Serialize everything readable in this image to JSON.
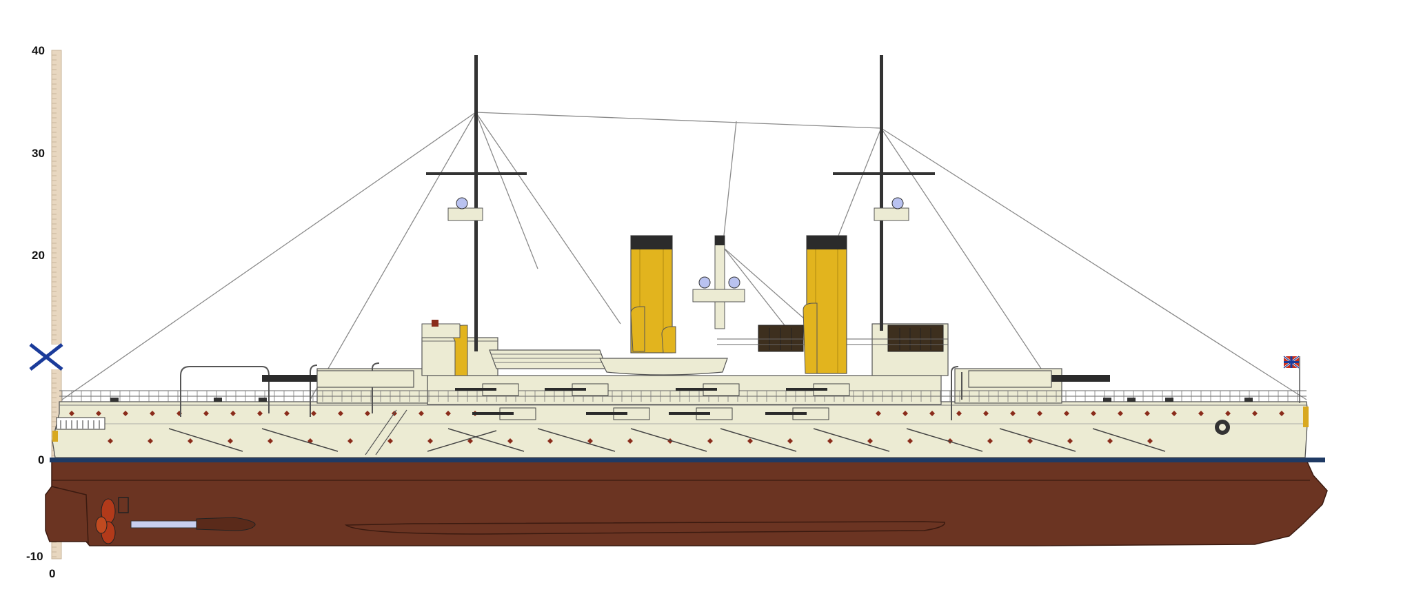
{
  "scale": {
    "unit_label_bottom": "0",
    "ticks": [
      {
        "value": 40,
        "label": "40"
      },
      {
        "value": 30,
        "label": "30"
      },
      {
        "value": 20,
        "label": "20"
      },
      {
        "value": 0,
        "label": "0"
      },
      {
        "value": -10,
        "label": "-10"
      }
    ]
  },
  "colors": {
    "hull_below": "#6b3422",
    "hull_above": "#ecebd3",
    "waterline": "#1f3a64",
    "funnel": "#e2b41e",
    "funnel_cap": "#2b2b2b",
    "mast": "#333333",
    "rigging": "#888888",
    "portholes": "#8a2c1b",
    "scale_bar": "#e8d7c0",
    "ensign_cross": "#1a3b9a"
  },
  "diagram": {
    "subject": "battleship-side-profile",
    "masts": 2,
    "funnels": 2
  }
}
